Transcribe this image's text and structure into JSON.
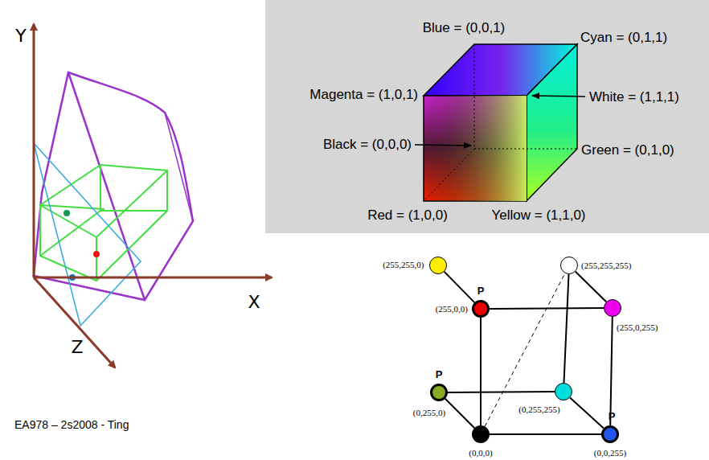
{
  "diagram": {
    "nodes": [
      {
        "text": [
          "(255,255,0)"
        ]
      },
      {
        "text": [
          "(255,255,255)"
        ]
      },
      {
        "text": [
          "P",
          "(255,0,0)"
        ]
      },
      {
        "text": [
          "(255,0,255)"
        ]
      },
      {
        "text": [
          "P",
          "(0,255,0)"
        ]
      },
      {
        "text": [
          "(0,255,255)"
        ]
      },
      {
        "text": [
          "(0,0,0)"
        ]
      },
      {
        "text": [
          "P",
          "(0,0,255)"
        ]
      }
    ],
    "edges": [
      {
        "from": 0,
        "to": 2,
        "arrow": "none"
      },
      {
        "from": 1,
        "to": 3,
        "arrow": "none"
      },
      {
        "from": 2,
        "to": 3,
        "arrow": "none"
      },
      {
        "from": 2,
        "to": 6,
        "arrow": "none"
      },
      {
        "from": 4,
        "to": 6,
        "arrow": "none"
      },
      {
        "from": 4,
        "to": 5,
        "arrow": "none"
      },
      {
        "from": 5,
        "to": 7,
        "arrow": "none"
      },
      {
        "from": 1,
        "to": 5,
        "arrow": "none"
      },
      {
        "from": 3,
        "to": 7,
        "arrow": "none"
      },
      {
        "from": 6,
        "to": 7,
        "arrow": "none"
      },
      {
        "from": 6,
        "to": 1,
        "arrow": "none"
      }
    ],
    "labels": [
      "Y",
      "X",
      "Z",
      "Blue = (0,0,1)",
      "Cyan = (0,1,1)",
      "Magenta = (1,0,1)",
      "White = (1,1,1)",
      "Black = (0,0,0)",
      "Green = (0,1,0)",
      "Red = (1,0,0)",
      "Yellow = (1,1,0)",
      "EA978 – 2s2008 - Ting"
    ]
  }
}
